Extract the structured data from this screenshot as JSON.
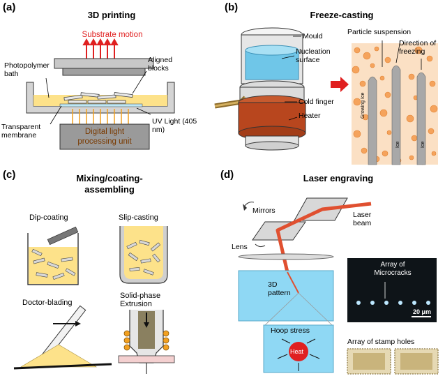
{
  "panel_a": {
    "letter": "(a)",
    "title": "3D printing",
    "substrate_motion": "Substrate motion",
    "photopolymer_bath": "Photopolymer bath",
    "aligned_blocks": "Aligned blocks",
    "transparent_membrane": "Transparent membrane",
    "dlp_unit": "Digital light processing unit",
    "uv_light": "UV Light (405 nm)"
  },
  "panel_b": {
    "letter": "(b)",
    "title": "Freeze-casting",
    "mould": "Mould",
    "nucleation_surface": "Nucleation surface",
    "cold_finger": "Cold finger",
    "heater": "Heater",
    "particle_suspension": "Particle suspension",
    "direction_of_freezing": "Direction of freezing",
    "growing_ice": "Growing Ice",
    "ice": "Ice"
  },
  "panel_c": {
    "letter": "(c)",
    "title": "Mixing/coating-assembling",
    "dip_coating": "Dip-coating",
    "slip_casting": "Slip-casting",
    "doctor_blading": "Doctor-blading",
    "solid_phase_extrusion": "Solid-phase Extrusion"
  },
  "panel_d": {
    "letter": "(d)",
    "title": "Laser engraving",
    "mirrors": "Mirrors",
    "laser_beam": "Laser beam",
    "lens": "Lens",
    "pattern": "3D pattern",
    "hoop_stress": "Hoop stress",
    "heat": "Heat",
    "array_microcracks": "Array of Microcracks",
    "scale_bar": "20 μm",
    "array_stamp_holes": "Array of stamp holes"
  },
  "colors": {
    "red_accent": "#e02020",
    "uv_orange": "#f0a020",
    "bath_yellow": "#fde28a",
    "heater_brown": "#b8461e",
    "water_blue": "#6fc6e8",
    "block_blue": "#7fd4f4"
  }
}
